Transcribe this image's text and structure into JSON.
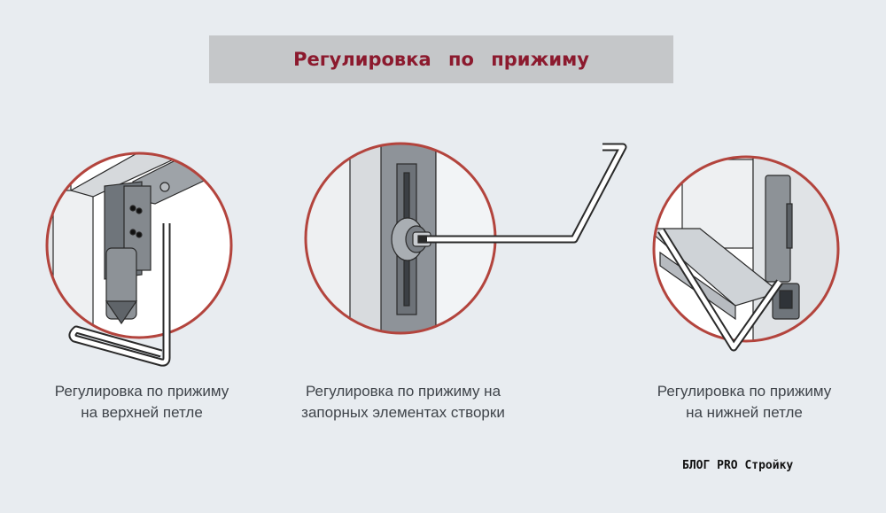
{
  "title": "Регулировка   по   прижиму",
  "captions": [
    {
      "line1": "Регулировка по прижиму",
      "line2": "на верхней петле"
    },
    {
      "line1": "Регулировка по прижиму на",
      "line2": "запорных элементах створки"
    },
    {
      "line1": "Регулировка по прижиму",
      "line2": "на нижней петле"
    }
  ],
  "watermark": "БЛОГ PRO Стройку",
  "colors": {
    "background": "#e8ecf0",
    "title_bar": "#c5c7c9",
    "title_text": "#8c1a2e",
    "circle_border": "#b3443d",
    "caption_text": "#3f444a"
  }
}
